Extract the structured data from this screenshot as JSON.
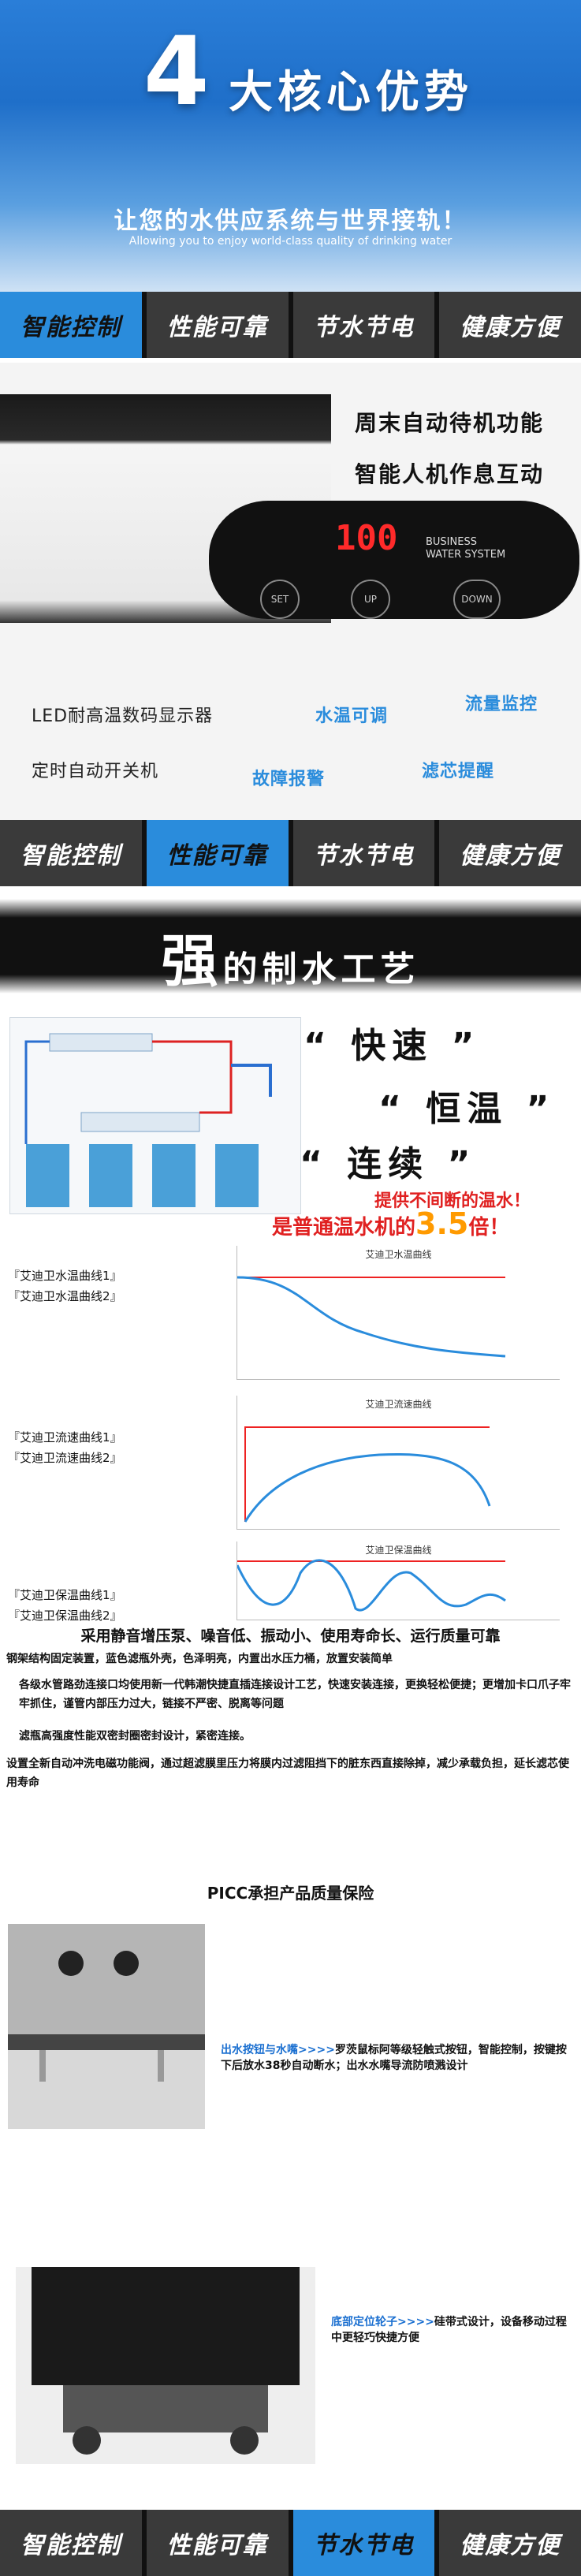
{
  "hero": {
    "number": "4",
    "title": "大核心优势",
    "subtitle": "让您的水供应系统与世界接轨！",
    "subtitle_en": "Allowing you to enjoy world-class quality of drinking water"
  },
  "tabs_top": [
    "智能控制",
    "性能可靠",
    "节水节电",
    "健康方便"
  ],
  "tabs_mid": [
    "智能控制",
    "性能可靠",
    "节水节电",
    "健康方便"
  ],
  "tabs_bottom": [
    "智能控制",
    "性能可靠",
    "节水节电",
    "健康方便"
  ],
  "product": {
    "feature_right_1": "周末自动待机功能",
    "feature_right_2": "智能人机作息互动",
    "display_digits": "100",
    "display_brand": [
      "BUSINESS",
      "WATER SYSTEM"
    ],
    "buttons": [
      "SET",
      "UP",
      "DOWN"
    ],
    "features": [
      "LED耐高温数码显示器",
      "水温可调",
      "流量监控",
      "定时自动开关机",
      "故障报警",
      "滤芯提醒"
    ]
  },
  "process": {
    "title_big": "强",
    "title_rest": "的制水工艺",
    "q1": "“ 快速 ”",
    "q2": "“ 恒温 ”",
    "q3": "“ 连续 ”",
    "red1": "提供不间断的温水！",
    "cmp_pre": "是普通温水机的",
    "cmp_num": "3.5",
    "cmp_post": "倍！"
  },
  "curves": [
    {
      "labels": [
        "『艾迪卫水温曲线1』",
        "『艾迪卫水温曲线2』"
      ],
      "title": "艾迪卫水温曲线"
    },
    {
      "labels": [
        "『艾迪卫流速曲线1』",
        "『艾迪卫流速曲线2』"
      ],
      "title": "艾迪卫流速曲线"
    },
    {
      "labels": [
        "『艾迪卫保温曲线1』",
        "『艾迪卫保温曲线2』"
      ],
      "title": "艾迪卫保温曲线"
    }
  ],
  "description": {
    "heading": "采用静音增压泵、噪音低、振动小、使用寿命长、运行质量可靠",
    "lines": [
      "钢架结构固定装置，蓝色滤瓶外壳，色泽明亮，内置出水压力桶，放置安装简单",
      "各级水管路劲连接口均使用新一代韩潮快捷直插连接设计工艺，快速安装连接，更换轻松便捷；更增加卡口爪子牢牢抓住，谨管内部压力过大，链接不严密、脱离等问题",
      "滤瓶高强度性能双密封圈密封设计，紧密连接。",
      "设置全新自动冲洗电磁功能阀，通过超滤膜里压力将膜内过滤阻挡下的脏东西直接除掉，减少承载负担，延长滤芯使用寿命"
    ],
    "picc": "PICC承担产品质量保险"
  },
  "captions": {
    "c1_hl": "出水按钮与水嘴>>>>",
    "c1": "罗茨鼠标阿等级轻触式按钮，智能控制，按键按下后放水38秒自动断水；出水水嘴导流防喷溅设计",
    "c2_hl": "底部定位轮子>>>>",
    "c2": "硅带式设计，设备移动过程中更轻巧快捷方便"
  },
  "colors": {
    "accent": "#2a8cdc",
    "red": "#e02020",
    "orange": "#ff9a00"
  }
}
